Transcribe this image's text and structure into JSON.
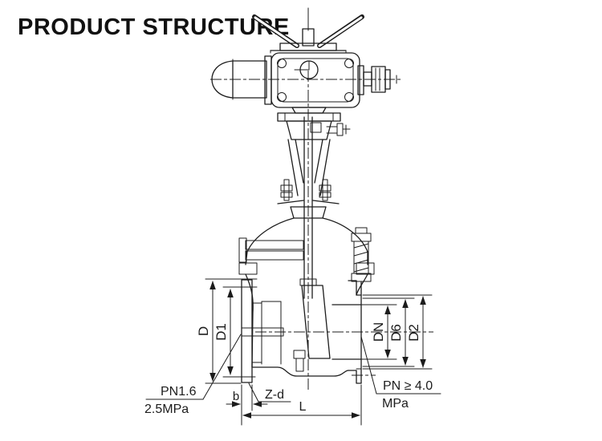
{
  "title": "PRODUCT STRUCTURE",
  "diagram": {
    "name": "gate-valve-with-electric-actuator-dimensional-drawing",
    "dimensions": {
      "D": "D",
      "D1": "D1",
      "b": "b",
      "Z_d": "Z-d",
      "L": "L",
      "DN": "DN",
      "D6": "D6",
      "D2": "D2"
    },
    "notes": {
      "left_flange_rating_top": "PN1.6",
      "left_flange_rating_bottom": "2.5MPa",
      "right_flange_rating_top": "PN ≥ 4.0",
      "right_flange_rating_bottom": "MPa"
    },
    "colors": {
      "ink": "#1c1c1c",
      "background": "#ffffff"
    }
  }
}
